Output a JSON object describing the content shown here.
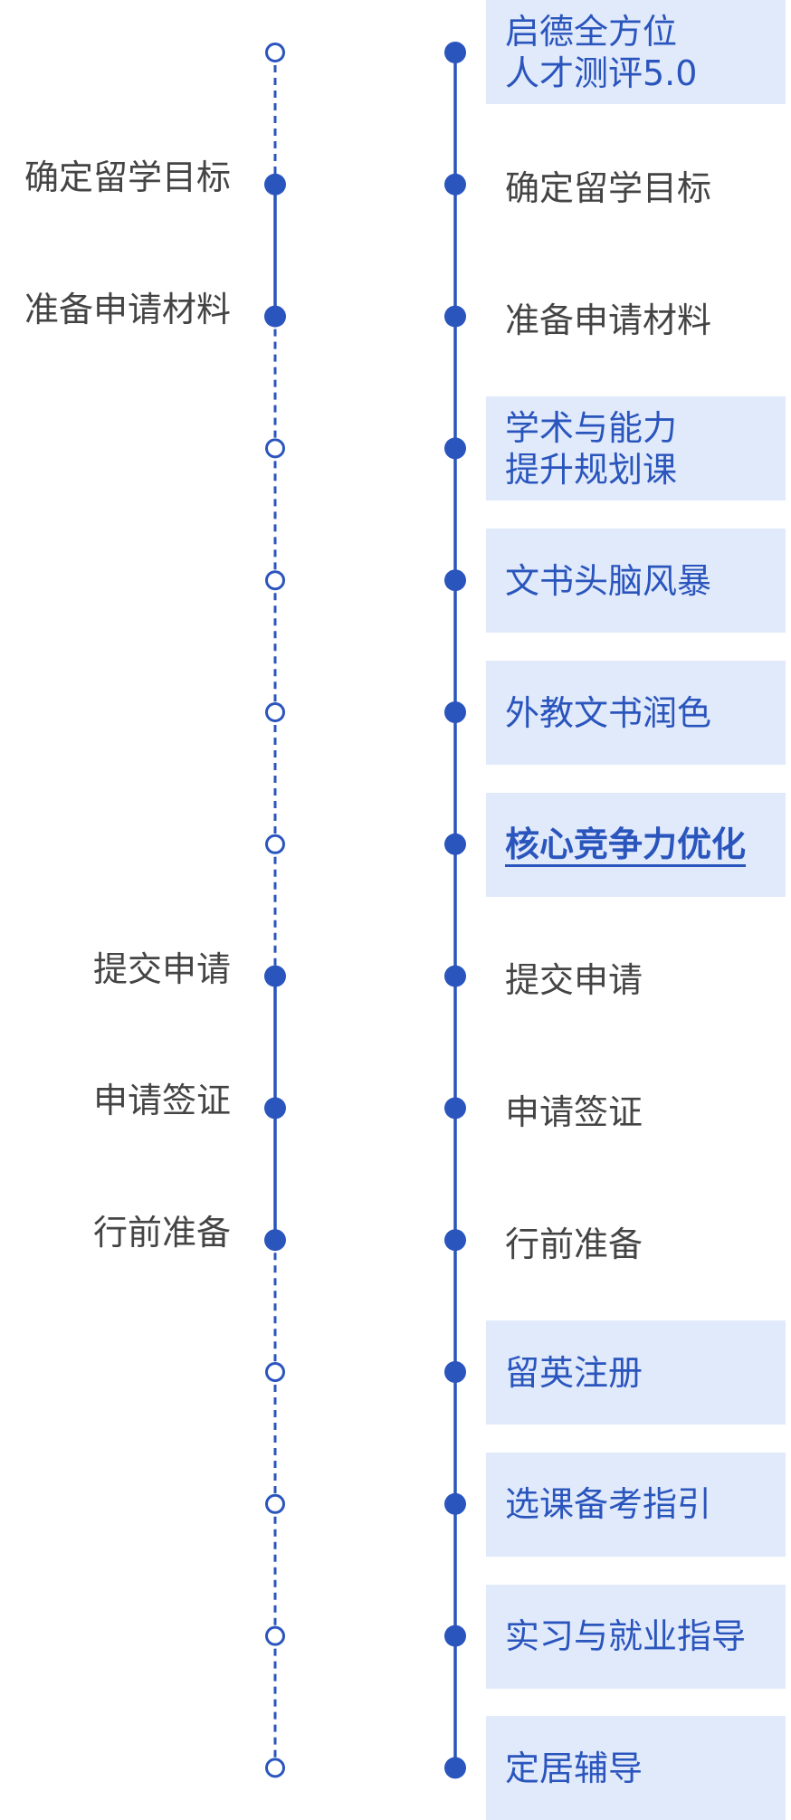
{
  "colors": {
    "accent": "#2a55bd",
    "box_bg": "#e1eafb",
    "text_gray": "#444444",
    "background": "#ffffff"
  },
  "timeline": {
    "left_track": {
      "description": "Standard study-abroad process (key milestones only)",
      "nodes": [
        {
          "label": "",
          "filled": false
        },
        {
          "label": "确定留学目标",
          "filled": true
        },
        {
          "label": "准备申请材料",
          "filled": true
        },
        {
          "label": "",
          "filled": false
        },
        {
          "label": "",
          "filled": false
        },
        {
          "label": "",
          "filled": false
        },
        {
          "label": "",
          "filled": false
        },
        {
          "label": "提交申请",
          "filled": true
        },
        {
          "label": "申请签证",
          "filled": true
        },
        {
          "label": "行前准备",
          "filled": true
        },
        {
          "label": "",
          "filled": false
        },
        {
          "label": "",
          "filled": false
        },
        {
          "label": "",
          "filled": false
        },
        {
          "label": "",
          "filled": false
        }
      ]
    },
    "right_track": {
      "nodes": [
        {
          "label": "启德全方位\n人才测评5.0",
          "highlighted": true,
          "emphasized": false
        },
        {
          "label": "确定留学目标",
          "highlighted": false,
          "emphasized": false
        },
        {
          "label": "准备申请材料",
          "highlighted": false,
          "emphasized": false
        },
        {
          "label": "学术与能力\n提升规划课",
          "highlighted": true,
          "emphasized": false
        },
        {
          "label": "文书头脑风暴",
          "highlighted": true,
          "emphasized": false
        },
        {
          "label": "外教文书润色",
          "highlighted": true,
          "emphasized": false
        },
        {
          "label": "核心竞争力优化",
          "highlighted": true,
          "emphasized": true
        },
        {
          "label": "提交申请",
          "highlighted": false,
          "emphasized": false
        },
        {
          "label": "申请签证",
          "highlighted": false,
          "emphasized": false
        },
        {
          "label": "行前准备",
          "highlighted": false,
          "emphasized": false
        },
        {
          "label": "留英注册",
          "highlighted": true,
          "emphasized": false
        },
        {
          "label": "选课备考指引",
          "highlighted": true,
          "emphasized": false
        },
        {
          "label": "实习与就业指导",
          "highlighted": true,
          "emphasized": false
        },
        {
          "label": "定居辅导",
          "highlighted": true,
          "emphasized": false
        }
      ]
    }
  }
}
